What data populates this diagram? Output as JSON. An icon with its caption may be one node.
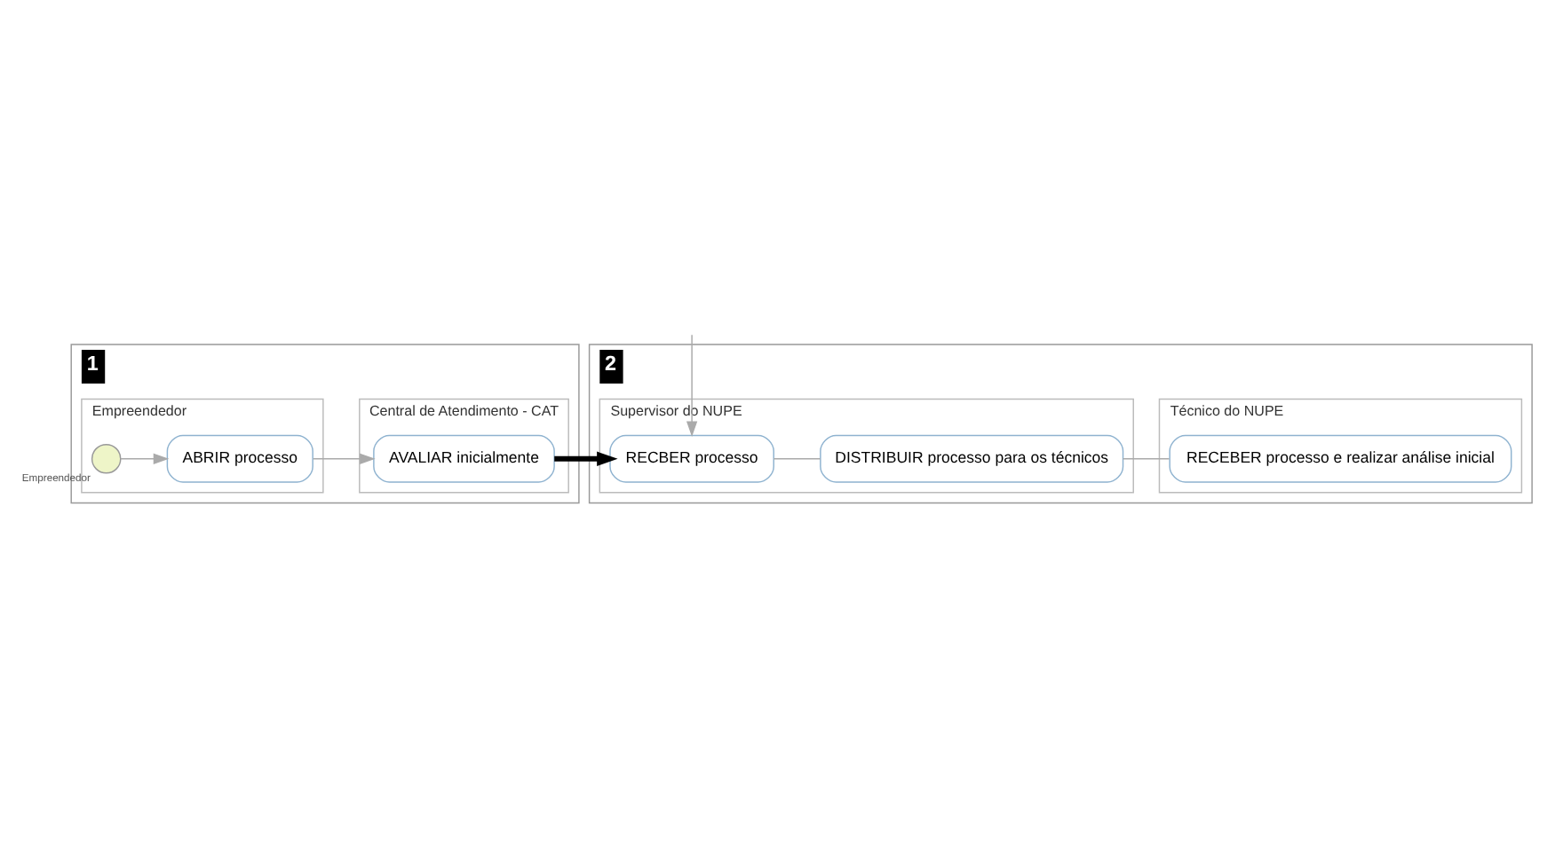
{
  "diagram": {
    "nodes": [
      {
        "text": [
          "1"
        ]
      },
      {
        "text": [
          "Empreendedor"
        ],
        "in": 0
      },
      {
        "text": [],
        "shape": "circle",
        "beside": [
          "Empreendedor"
        ],
        "in": 1
      },
      {
        "text": [
          "ABRIR processo"
        ],
        "in": 1
      },
      {
        "text": [
          "Central de Atendimento - CAT"
        ],
        "in": 0
      },
      {
        "text": [
          "AVALIAR inicialmente"
        ],
        "in": 4
      },
      {
        "text": [
          "2"
        ]
      },
      {
        "text": [
          "Supervisor do NUPE"
        ],
        "in": 6
      },
      {
        "text": [
          "RECBER processo"
        ],
        "in": 7
      },
      {
        "text": [
          "DISTRIBUIR processo para os técnicos"
        ],
        "in": 7
      },
      {
        "text": [
          "Técnico do NUPE"
        ],
        "in": 6
      },
      {
        "text": [
          "RECEBER processo e realizar análise inicial"
        ],
        "in": 10
      }
    ],
    "edges": [
      {
        "from": 2,
        "to": 3,
        "arrow": "to"
      },
      {
        "from": 3,
        "to": 5,
        "arrow": "to"
      },
      {
        "from": 5,
        "to": 8,
        "arrow": "to",
        "style": "thick",
        "color": "#000000"
      },
      {
        "from": 6,
        "to": 8,
        "arrow": "to"
      },
      {
        "from": 8,
        "to": 9,
        "arrow": "none"
      },
      {
        "from": 9,
        "to": 11,
        "arrow": "none"
      }
    ]
  }
}
